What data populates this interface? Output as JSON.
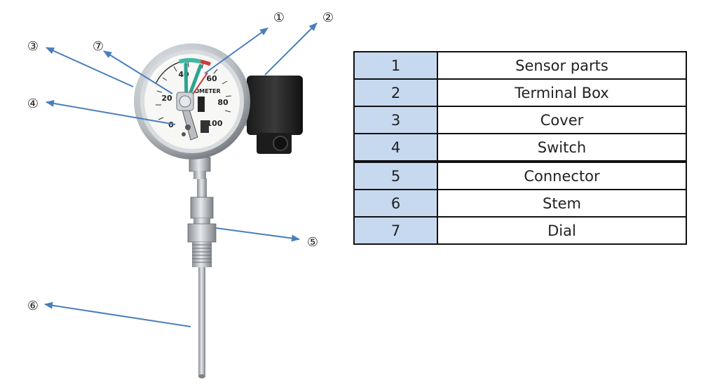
{
  "callouts": [
    {
      "id": 1,
      "glyph": "①"
    },
    {
      "id": 2,
      "glyph": "②"
    },
    {
      "id": 3,
      "glyph": "③"
    },
    {
      "id": 4,
      "glyph": "④"
    },
    {
      "id": 5,
      "glyph": "⑤"
    },
    {
      "id": 6,
      "glyph": "⑥"
    },
    {
      "id": 7,
      "glyph": "⑦"
    }
  ],
  "dial": {
    "scale": [
      "0",
      "20",
      "40",
      "60",
      "80",
      "100"
    ],
    "label": "OMETER"
  },
  "parts_table": {
    "rows": [
      {
        "num": "1",
        "name": "Sensor parts"
      },
      {
        "num": "2",
        "name": "Terminal Box"
      },
      {
        "num": "3",
        "name": "Cover"
      },
      {
        "num": "4",
        "name": "Switch"
      },
      {
        "num": "5",
        "name": "Connector"
      },
      {
        "num": "6",
        "name": "Stem"
      },
      {
        "num": "7",
        "name": "Dial"
      }
    ]
  },
  "colors": {
    "arrow": "#4a7ebb",
    "table_number_cell": "#c6d9ef",
    "table_border": "#111111"
  }
}
